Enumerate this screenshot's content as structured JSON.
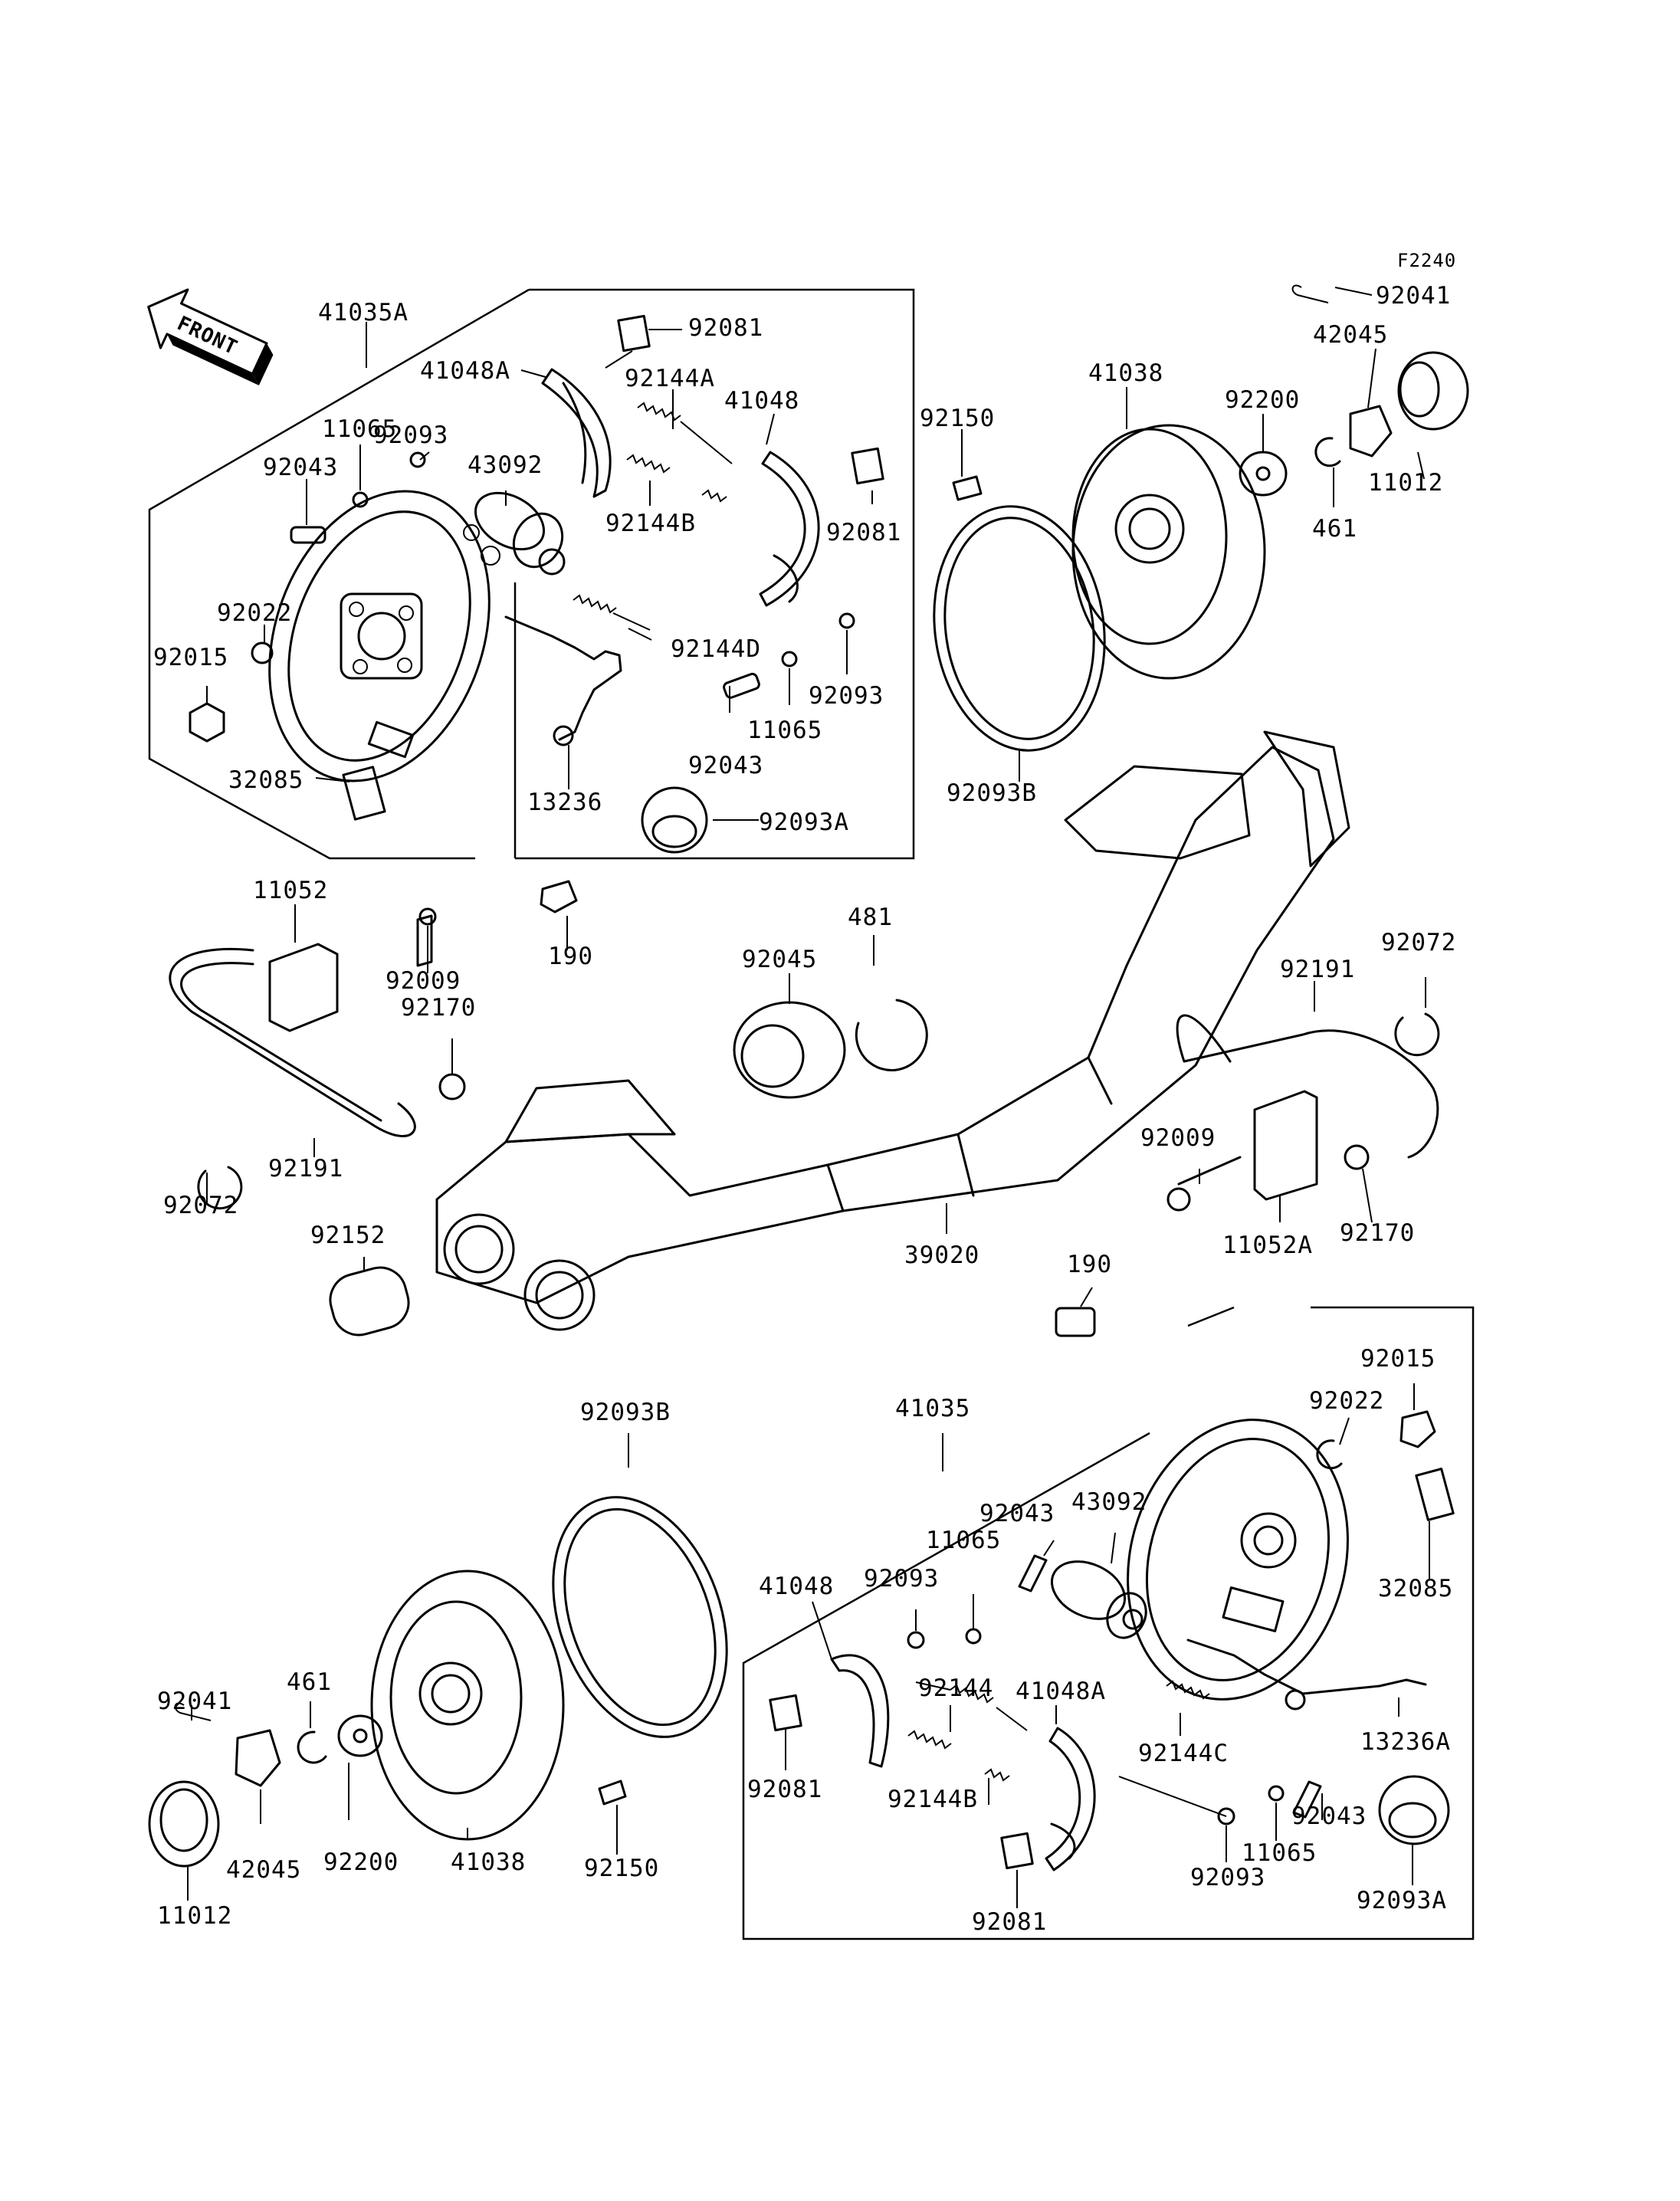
{
  "figure_code": "F2240",
  "front_label": "FRONT",
  "labels": [
    "41035A",
    "41048A",
    "92081",
    "92144A",
    "41048",
    "92093",
    "11065",
    "92043",
    "43092",
    "92144B",
    "92081",
    "92022",
    "92015",
    "92144D",
    "92093",
    "11065",
    "92043",
    "32085",
    "13236",
    "92093A",
    "92150",
    "41038",
    "92200",
    "42045",
    "92041",
    "11012",
    "461",
    "92093B",
    "11052",
    "92009",
    "190",
    "92170",
    "92191",
    "92072",
    "92045",
    "481",
    "92152",
    "39020",
    "92191",
    "92072",
    "92009",
    "11052A",
    "92170",
    "190",
    "92015",
    "92022",
    "41035",
    "92093B",
    "43092",
    "92043",
    "11065",
    "92093",
    "41048",
    "32085",
    "92041",
    "461",
    "92144",
    "41048A",
    "92081",
    "92144B",
    "92144C",
    "13236A",
    "92200",
    "41038",
    "42045",
    "92150",
    "92043",
    "11065",
    "92093",
    "92093A",
    "11012",
    "92081"
  ]
}
